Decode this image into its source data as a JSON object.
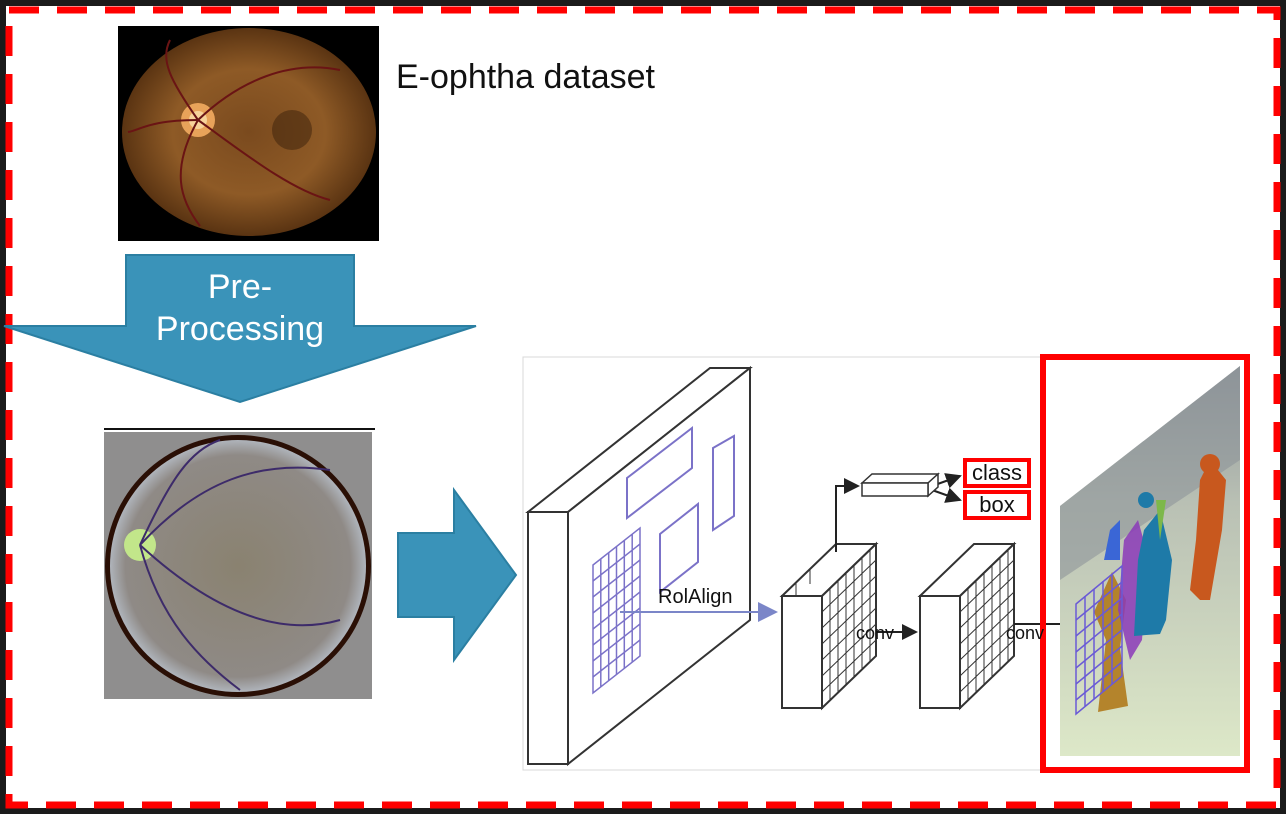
{
  "title": "E-ophtha dataset",
  "preprocessing": {
    "line1": "Pre-",
    "line2": "Processing"
  },
  "network": {
    "roi_label": "RolAlign",
    "conv_label_1": "conv",
    "conv_label_2": "conv",
    "class_label": "class",
    "box_label": "box"
  },
  "colors": {
    "border_red": "#ff0000",
    "arrow_teal": "#3a93b9",
    "grid_purple": "#7b72c8"
  },
  "icons": [
    "fundus-image",
    "preprocessed-fundus-image",
    "detection-output-image"
  ]
}
